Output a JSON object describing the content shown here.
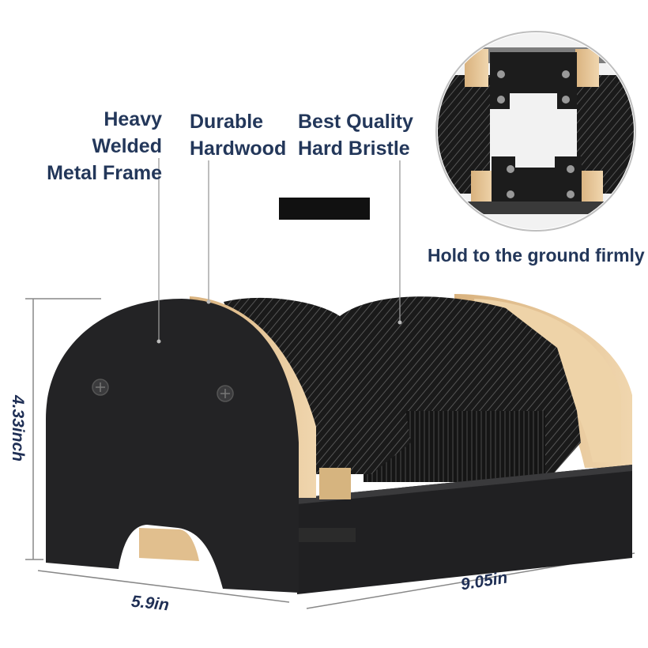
{
  "callouts": {
    "frame_line1": "Heavy Welded",
    "frame_line2": "Metal Frame",
    "wood_line1": "Durable",
    "wood_line2": "Hardwood",
    "bristle_line1": "Best Quality",
    "bristle_line2": "Hard Bristle",
    "inset_caption": "Hold to the ground firmly"
  },
  "dimensions": {
    "height": "4.33inch",
    "depth": "5.9in",
    "width": "9.05in"
  },
  "colors": {
    "label_text": "#23375a",
    "metal": "#1f1f21",
    "wood": "#e6c79a",
    "bristle": "#141414"
  }
}
